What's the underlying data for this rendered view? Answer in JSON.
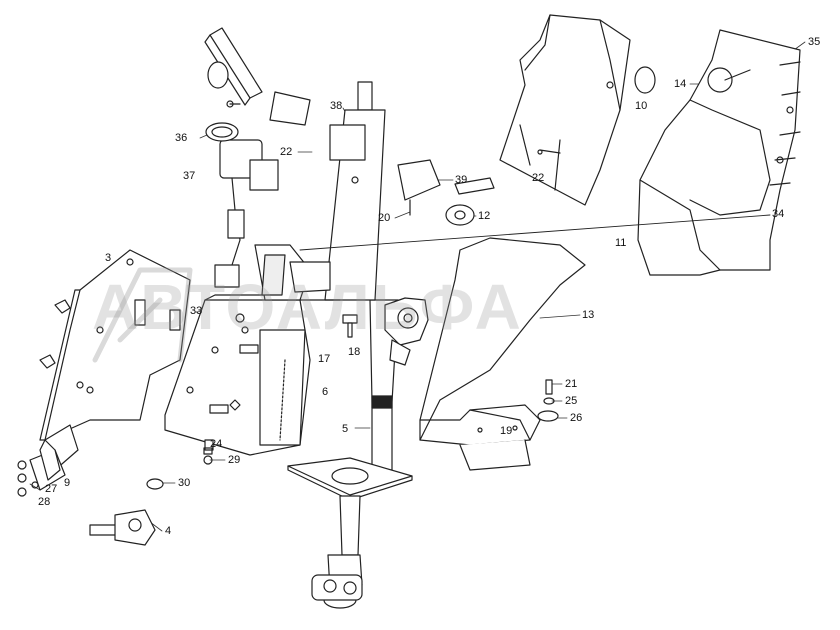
{
  "watermark": "АВТОАЛЬФА",
  "corner_mark": "",
  "callouts": [
    {
      "id": "c1",
      "text": "35"
    },
    {
      "id": "c2",
      "text": "14"
    },
    {
      "id": "c3",
      "text": "10"
    },
    {
      "id": "c4",
      "text": "38"
    },
    {
      "id": "c5",
      "text": "36"
    },
    {
      "id": "c6",
      "text": "22"
    },
    {
      "id": "c7",
      "text": "22"
    },
    {
      "id": "c8",
      "text": "37"
    },
    {
      "id": "c9",
      "text": "39"
    },
    {
      "id": "c10",
      "text": "20"
    },
    {
      "id": "c11",
      "text": "12"
    },
    {
      "id": "c12",
      "text": "34"
    },
    {
      "id": "c13",
      "text": "11"
    },
    {
      "id": "c14",
      "text": "3"
    },
    {
      "id": "c15",
      "text": "33"
    },
    {
      "id": "c16",
      "text": "13"
    },
    {
      "id": "c17",
      "text": "17"
    },
    {
      "id": "c18",
      "text": "18"
    },
    {
      "id": "c19",
      "text": "6"
    },
    {
      "id": "c20",
      "text": "21"
    },
    {
      "id": "c21",
      "text": "25"
    },
    {
      "id": "c22",
      "text": "26"
    },
    {
      "id": "c23",
      "text": "19"
    },
    {
      "id": "c24",
      "text": "5"
    },
    {
      "id": "c25",
      "text": "24"
    },
    {
      "id": "c26",
      "text": "29"
    },
    {
      "id": "c27",
      "text": "30"
    },
    {
      "id": "c28",
      "text": "27"
    },
    {
      "id": "c29",
      "text": "9"
    },
    {
      "id": "c30",
      "text": "28"
    },
    {
      "id": "c31",
      "text": "4"
    }
  ]
}
